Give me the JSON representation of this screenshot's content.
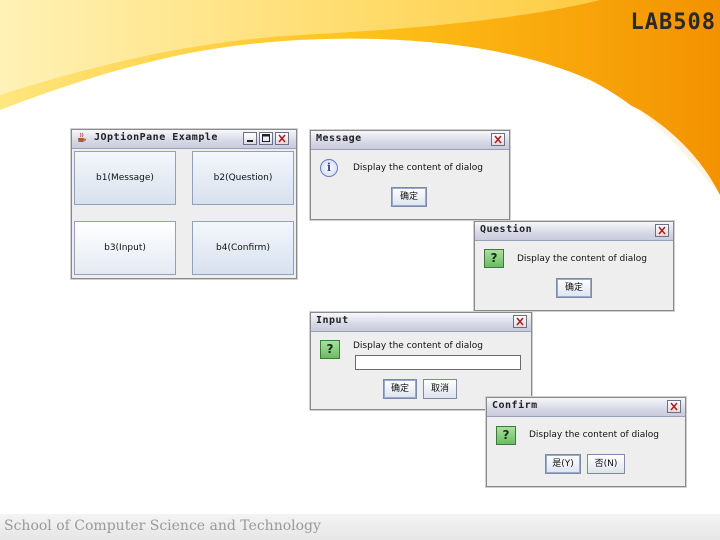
{
  "slide": {
    "logo": "LAB508",
    "footer": "School of Computer Science and Technology"
  },
  "main_window": {
    "title": "JOptionPane Example",
    "buttons": [
      "b1(Message)",
      "b2(Question)",
      "b3(Input)",
      "b4(Confirm)"
    ]
  },
  "message_dialog": {
    "title": "Message",
    "text": "Display the content of dialog",
    "ok": "确定"
  },
  "question_dialog": {
    "title": "Question",
    "text": "Display the content of dialog",
    "ok": "确定"
  },
  "input_dialog": {
    "title": "Input",
    "text": "Display the content of dialog",
    "input_value": "",
    "ok": "确定",
    "cancel": "取消"
  },
  "confirm_dialog": {
    "title": "Confirm",
    "text": "Display the content of dialog",
    "yes": "是(Y)",
    "no": "否(N)"
  },
  "colors": {
    "swoosh_orange": "#f6a21a",
    "swoosh_yellow": "#ffd84a",
    "title_gradient": "#d6d8e6"
  },
  "icons": [
    "java-cup-icon",
    "minimize-icon",
    "maximize-icon",
    "close-icon",
    "info-icon",
    "question-icon"
  ]
}
